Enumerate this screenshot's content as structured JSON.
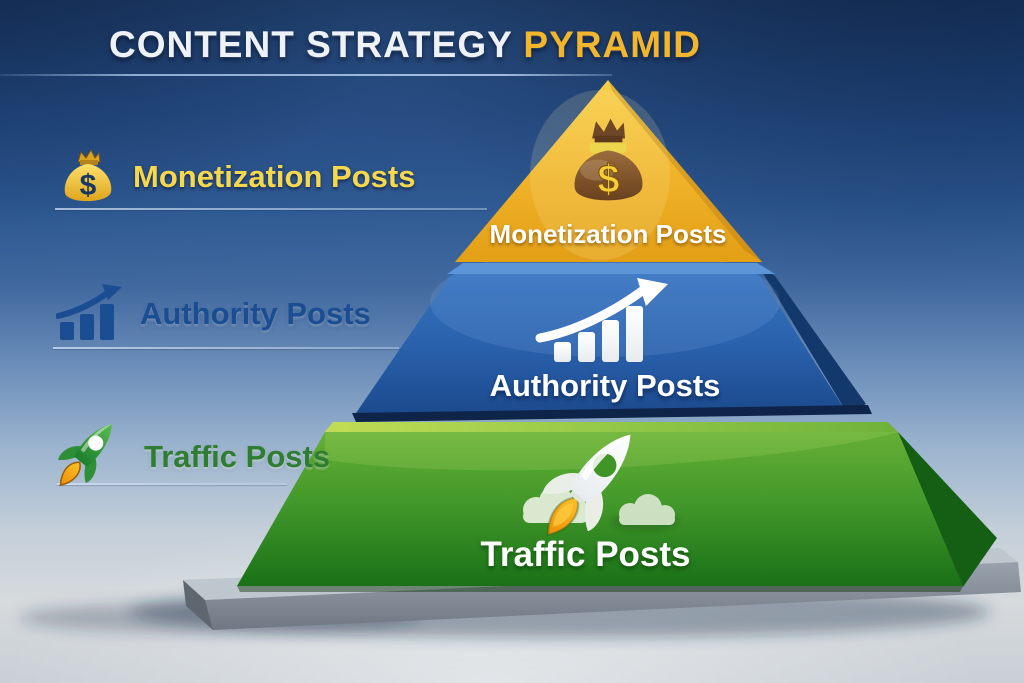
{
  "title": {
    "main": "CONTENT STRATEGY",
    "accent": "PYRAMID"
  },
  "legend": {
    "items": [
      {
        "label": "Monetization Posts",
        "icon": "money-bag-icon",
        "color": "#f6d84c"
      },
      {
        "label": "Authority Posts",
        "icon": "growth-chart-icon",
        "color": "#1b4d92"
      },
      {
        "label": "Traffic Posts",
        "icon": "rocket-icon",
        "color": "#2e7d32"
      }
    ]
  },
  "pyramid": {
    "tiers": [
      {
        "level": "top",
        "label": "Monetization Posts",
        "icon": "money-bag-icon",
        "color": "#eeb126"
      },
      {
        "level": "middle",
        "label": "Authority Posts",
        "icon": "growth-chart-icon",
        "color": "#2a62ad"
      },
      {
        "level": "bottom",
        "label": "Traffic Posts",
        "icon": "rocket-icon",
        "color": "#3f9627"
      }
    ]
  },
  "icons": {
    "dollar_sign": "$"
  },
  "colors": {
    "background_top": "#16345f",
    "background_bottom": "#c9cfd5",
    "title_accent": "#f2b62d",
    "gold_tier": "#eeb126",
    "blue_tier": "#2a62ad",
    "green_tier": "#3f9627",
    "base_slab": "#8d97a2",
    "flame_orange": "#f59e0b"
  }
}
